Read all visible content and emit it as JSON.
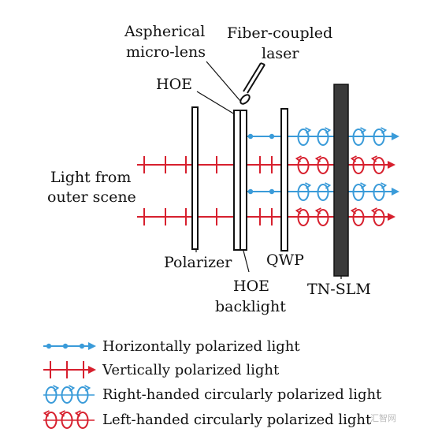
{
  "colors": {
    "blue": "#3a9bd9",
    "red": "#d7202e",
    "slm": "#3a3a3a",
    "ink": "#111111"
  },
  "labels": {
    "aspherical_line1": "Aspherical",
    "aspherical_line2": "micro-lens",
    "fiber_line1": "Fiber-coupled",
    "fiber_line2": "laser",
    "hoe": "HOE",
    "light_line1": "Light from",
    "light_line2": "outer scene",
    "polarizer": "Polarizer",
    "qwp": "QWP",
    "hoe_backlight_line1": "HOE",
    "hoe_backlight_line2": "backlight",
    "tn_slm": "TN-SLM"
  },
  "legend": [
    {
      "type": "horizontal",
      "text": "Horizontally polarized light"
    },
    {
      "type": "vertical",
      "text": "Vertically polarized light"
    },
    {
      "type": "right-circular",
      "text": "Right-handed circularly polarized light"
    },
    {
      "type": "left-circular",
      "text": "Left-handed circularly polarized light"
    }
  ],
  "watermark": "汇智网"
}
